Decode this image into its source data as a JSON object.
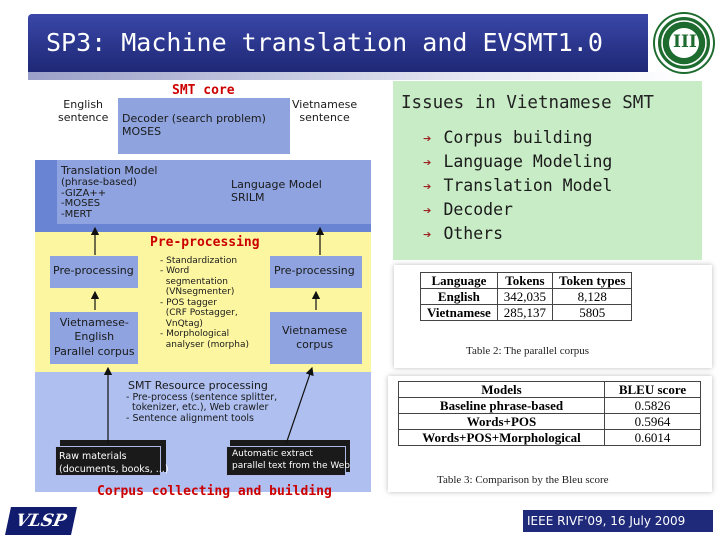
{
  "slide": {
    "title": "SP3: Machine translation and EVSMT1.0",
    "logo_text": "III"
  },
  "diagram": {
    "smt_core_label": "SMT core",
    "english_sentence": "English\nsentence",
    "decoder": "Decoder (search problem)\nMOSES",
    "vietnamese_sentence": "Vietnamese\nsentence",
    "translation_model_title": "Translation Model",
    "translation_model_items": "(phrase-based)\n-GIZA++\n-MOSES\n-MERT",
    "language_model": "Language Model\nSRILM",
    "preprocessing_label": "Pre-processing",
    "preprocessing_left": "Pre-processing",
    "preprocessing_right": "Pre-processing",
    "preprocessing_steps": "- Standardization\n- Word\n  segmentation\n  (VNsegmenter)\n- POS tagger\n  (CRF Postagger,\n  VnQtag)\n- Morphological\n  analyser (morpha)",
    "parallel_corpus": "Vietnamese-\nEnglish\nParallel corpus",
    "vietnamese_corpus": "Vietnamese\ncorpus",
    "resource_title": "SMT Resource processing",
    "resource_items": "- Pre-process (sentence splitter,\n  tokenizer, etc.), Web crawler\n- Sentence alignment tools",
    "raw_materials": "Raw materials\n(documents, books, ...)",
    "automatic_extract": "Automatic extract\nparallel text from the Web",
    "corpus_label": "Corpus collecting and building"
  },
  "issues": {
    "title": "Issues in Vietnamese SMT",
    "items": [
      "Corpus building",
      "Language Modeling",
      "Translation Model",
      "Decoder",
      "Others"
    ]
  },
  "table2": {
    "headers": [
      "Language",
      "Tokens",
      "Token types"
    ],
    "rows": [
      [
        "English",
        "342,035",
        "8,128"
      ],
      [
        "Vietnamese",
        "285,137",
        "5805"
      ]
    ],
    "caption": "Table 2:  The parallel corpus"
  },
  "table3": {
    "headers": [
      "Models",
      "BLEU score"
    ],
    "rows": [
      [
        "Baseline phrase-based",
        "0.5826"
      ],
      [
        "Words+POS",
        "0.5964"
      ],
      [
        "Words+POS+Morphological",
        "0.6014"
      ]
    ],
    "caption": "Table 3:  Comparison by the Bleu score"
  },
  "footer": {
    "brand": "VLSP",
    "event": "IEEE RIVF'09, 16 July 2009"
  }
}
